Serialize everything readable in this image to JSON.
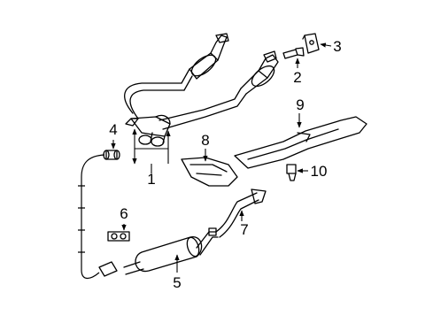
{
  "callouts": {
    "n1": "1",
    "n2": "2",
    "n3": "3",
    "n4": "4",
    "n5": "5",
    "n6": "6",
    "n7": "7",
    "n8": "8",
    "n9": "9",
    "n10": "10"
  }
}
